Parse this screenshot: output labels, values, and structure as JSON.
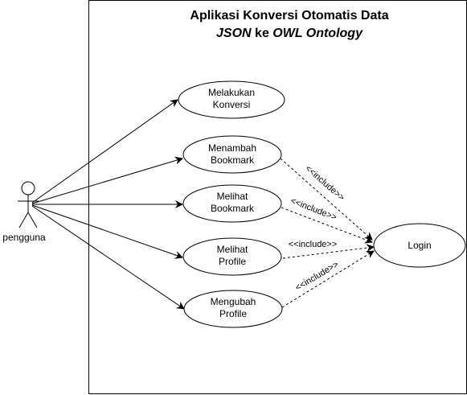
{
  "system": {
    "title_line1": "Aplikasi Konversi  Otomatis Data",
    "title_line2_a": "JSON",
    "title_line2_b": " ke ",
    "title_line2_c": "OWL Ontology"
  },
  "actor": {
    "label": "pengguna"
  },
  "use_cases": {
    "konversi": {
      "line1": "Melakukan",
      "line2": "Konversi"
    },
    "menambah_bookmark": {
      "line1": "Menambah",
      "line2": "Bookmark"
    },
    "melihat_bookmark": {
      "line1": "Melihat",
      "line2": "Bookmark"
    },
    "melihat_profile": {
      "line1": "Melihat",
      "line2": "Profile"
    },
    "mengubah_profile": {
      "line1": "Mengubah",
      "line2": "Profile"
    },
    "login": {
      "label": "Login"
    }
  },
  "relations": {
    "include_1": "<<include>>",
    "include_2": "<<include>>",
    "include_3": "<<include>>",
    "include_4": "<<include>>"
  }
}
